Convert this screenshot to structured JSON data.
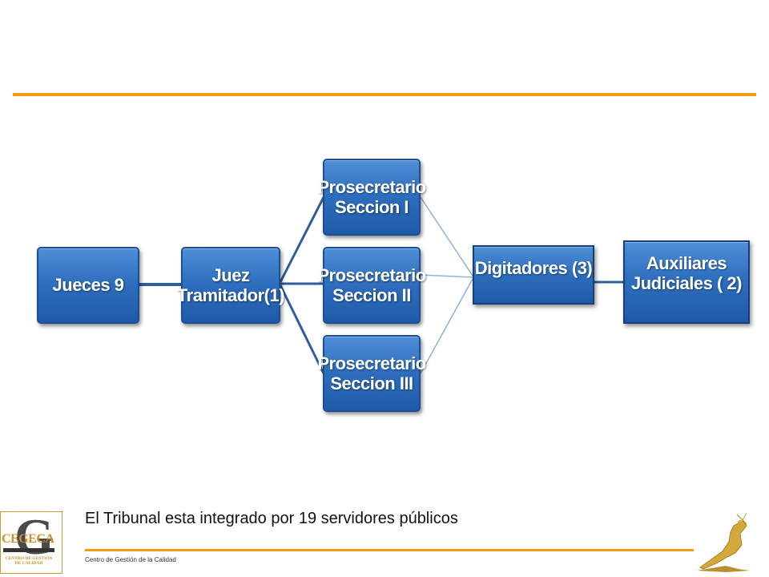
{
  "nodes": {
    "jueces": "Jueces 9",
    "juez": "Juez\nTramitador(1)",
    "prosec1": "Prosecretario\nSeccion I",
    "prosec2": "Prosecretario\nSeccion II",
    "prosec3": "Prosecretario\nSeccion III",
    "digitadores": "Digitadores (3)",
    "auxiliares": "Auxiliares\nJudiciales ( 2)"
  },
  "caption": "El Tribunal esta integrado por 19 servidores públicos",
  "footer": "Centro de Gestión de la Calidad",
  "logo": {
    "word": "CEGECA",
    "sub": "CENTRO DE GESTIÓN\nDE CALIDAD"
  },
  "colors": {
    "accent_rule": "#f39c12",
    "node_fill": "#2f6fbf",
    "connector": "#2e5d9e"
  }
}
